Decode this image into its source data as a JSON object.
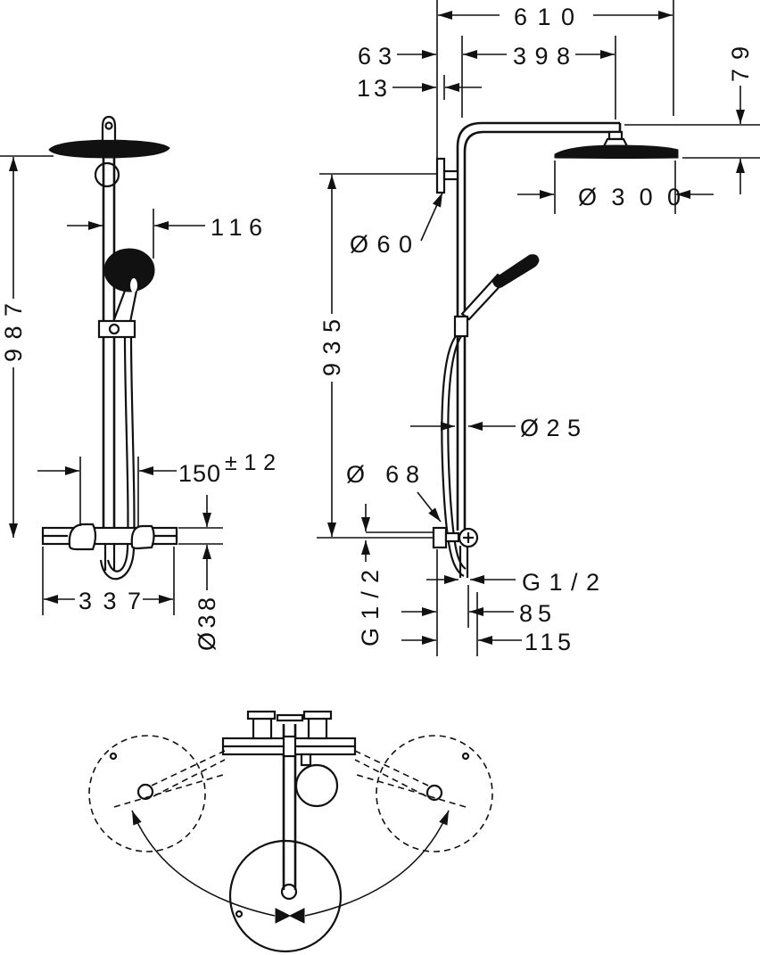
{
  "side_view": {
    "dim_116": "116",
    "dim_987": "987",
    "dim_150": "150",
    "dim_tolerance": "±12",
    "dim_337": "337",
    "dim_d38": "Ø38"
  },
  "front_view": {
    "dim_610": "610",
    "dim_63": "63",
    "dim_398": "398",
    "dim_13": "13",
    "dim_79": "79",
    "dim_d300": "Ø300",
    "dim_d60": "Ø60",
    "dim_935": "935",
    "dim_d25": "Ø25",
    "dim_d68": "Ø 68",
    "dim_g12_vertical": "G1/2",
    "dim_g12_horizontal": "G1/2",
    "dim_85": "85",
    "dim_115": "115"
  }
}
